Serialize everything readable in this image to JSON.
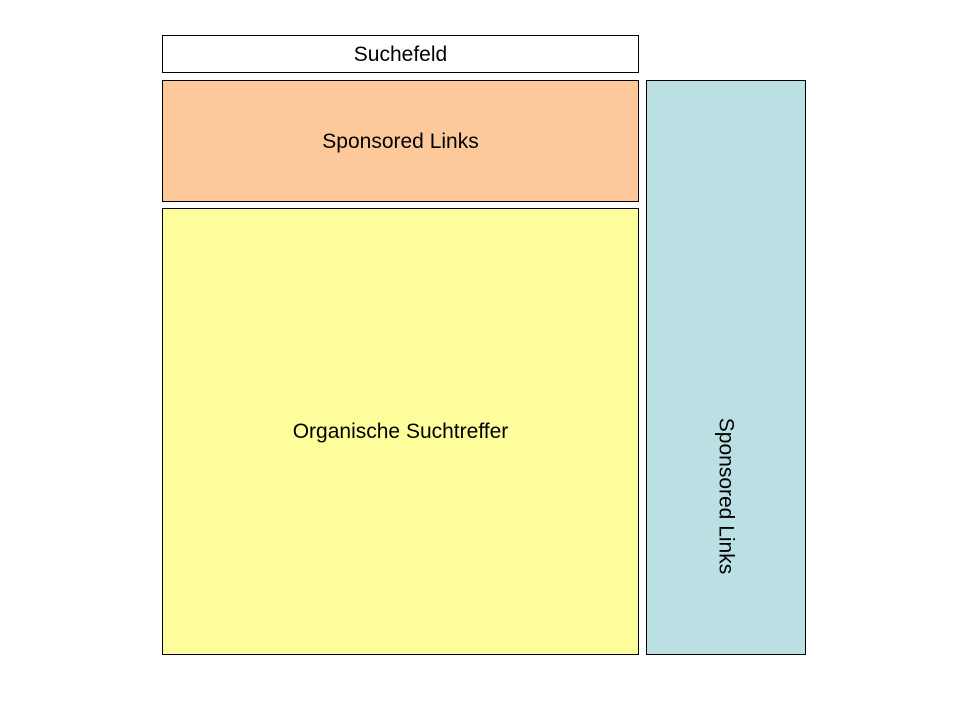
{
  "layout_diagram": {
    "search_field": {
      "label": "Suchefeld",
      "fill": "#ffffff"
    },
    "sponsored_top": {
      "label": "Sponsored Links",
      "fill": "#fdc99b"
    },
    "organic_results": {
      "label": "Organische Suchtreffer",
      "fill": "#fdfd9b"
    },
    "sponsored_side": {
      "label": "Sponsored Links",
      "fill": "#bbe0e3"
    }
  }
}
